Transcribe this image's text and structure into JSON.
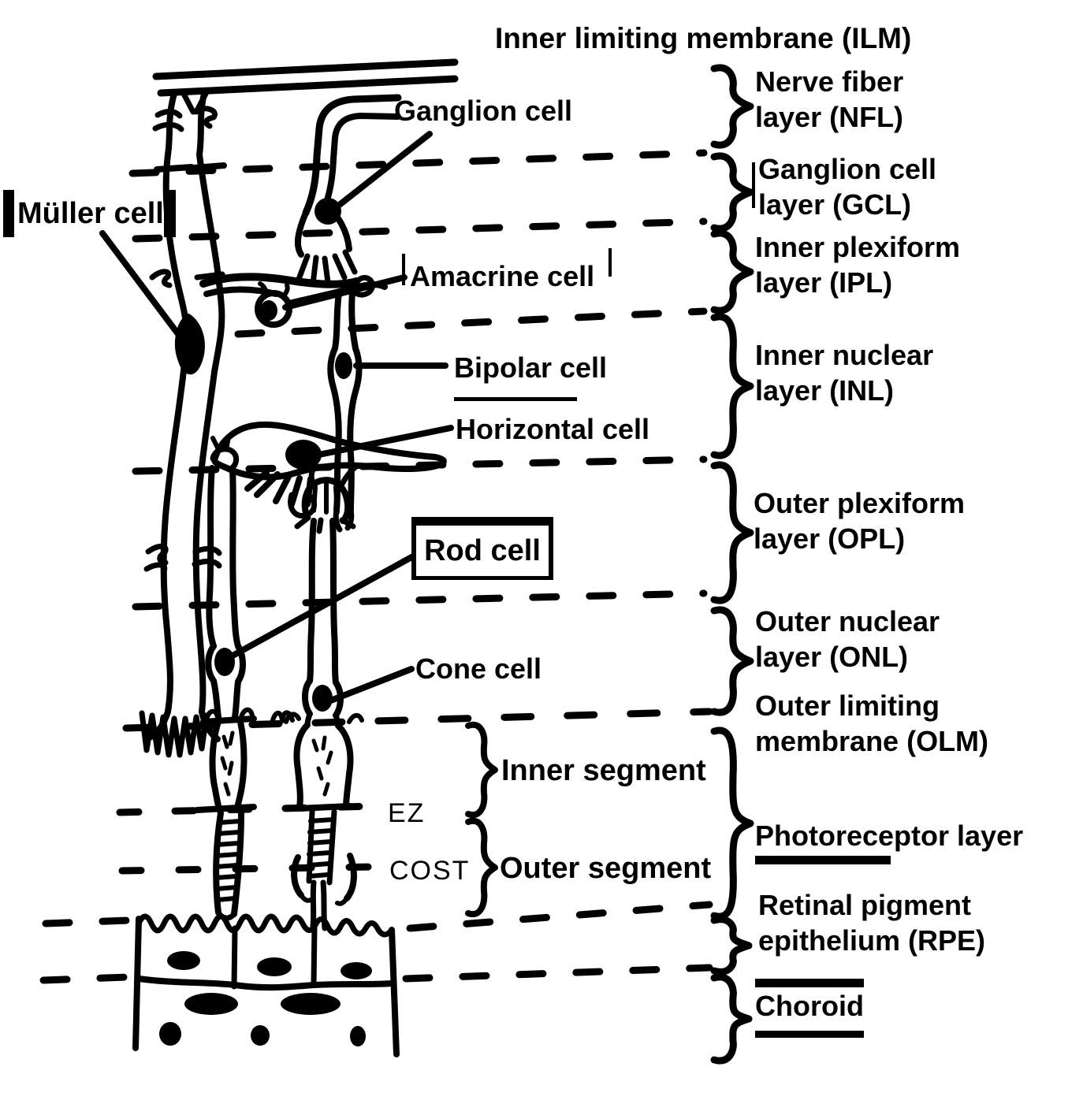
{
  "diagram": {
    "title": "Inner limiting membrane (ILM)",
    "cells": {
      "muller": "Müller cell",
      "ganglion": "Ganglion cell",
      "amacrine": "Amacrine cell",
      "bipolar": "Bipolar cell",
      "horizontal": "Horizontal cell",
      "rod": "Rod cell",
      "cone": "Cone cell"
    },
    "zones": {
      "ez": "EZ",
      "cost": "COST",
      "inner_segment": "Inner segment",
      "outer_segment": "Outer segment"
    },
    "layers": [
      {
        "id": "nfl",
        "text": "Nerve fiber\nlayer (NFL)"
      },
      {
        "id": "gcl",
        "text": "Ganglion cell\nlayer (GCL)"
      },
      {
        "id": "ipl",
        "text": "Inner plexiform\nlayer (IPL)"
      },
      {
        "id": "inl",
        "text": "Inner nuclear\nlayer (INL)"
      },
      {
        "id": "opl",
        "text": "Outer plexiform\nlayer (OPL)"
      },
      {
        "id": "onl",
        "text": "Outer nuclear\nlayer (ONL)"
      },
      {
        "id": "olm",
        "text": "Outer limiting\nmembrane (OLM)"
      },
      {
        "id": "photoreceptor",
        "text": "Photoreceptor layer"
      },
      {
        "id": "rpe",
        "text": "Retinal pigment\nepithelium (RPE)"
      },
      {
        "id": "choroid",
        "text": "Choroid"
      }
    ],
    "colors": {
      "ink": "#000000",
      "background": "#ffffff"
    }
  }
}
